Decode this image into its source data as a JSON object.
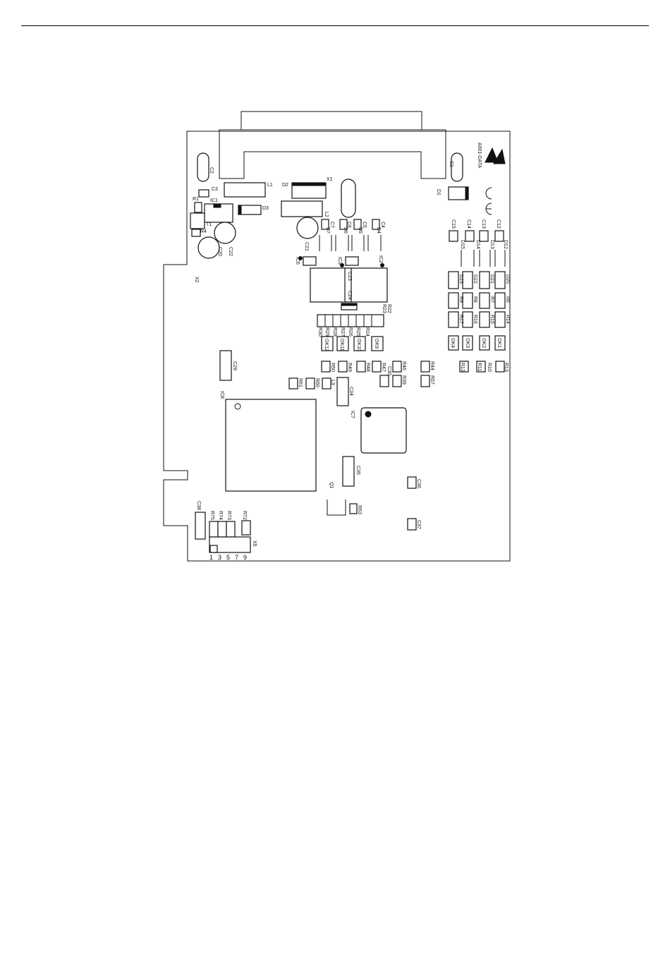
{
  "board": {
    "name": "A001-DATA",
    "marks": [
      "CE"
    ],
    "components": [
      {
        "ref": "C2",
        "kind": "oval"
      },
      {
        "ref": "C1",
        "kind": "oval"
      },
      {
        "ref": "X1",
        "kind": "crystal"
      },
      {
        "ref": "D2",
        "kind": "diode"
      },
      {
        "ref": "L1",
        "kind": "inductor"
      },
      {
        "ref": "L2",
        "kind": "inductor"
      },
      {
        "ref": "C3",
        "kind": "smd"
      },
      {
        "ref": "R1",
        "kind": "smd"
      },
      {
        "ref": "IC1",
        "kind": "ic"
      },
      {
        "ref": "D3",
        "kind": "diode"
      },
      {
        "ref": "C21",
        "kind": "electrolytic"
      },
      {
        "ref": "C22",
        "kind": "electrolytic"
      },
      {
        "ref": "C20",
        "kind": "electrolytic"
      },
      {
        "ref": "R4",
        "kind": "smd"
      },
      {
        "ref": "T1",
        "kind": "transistor"
      },
      {
        "ref": "D1",
        "kind": "diode"
      },
      {
        "ref": "C7",
        "kind": "smd"
      },
      {
        "ref": "C6",
        "kind": "smd"
      },
      {
        "ref": "C5",
        "kind": "smd"
      },
      {
        "ref": "C4",
        "kind": "smd"
      },
      {
        "ref": "D7",
        "kind": "smd"
      },
      {
        "ref": "D6",
        "kind": "smd"
      },
      {
        "ref": "D5",
        "kind": "smd"
      },
      {
        "ref": "D4",
        "kind": "smd"
      },
      {
        "ref": "IC6",
        "kind": "ic"
      },
      {
        "ref": "IC3",
        "kind": "ic"
      },
      {
        "ref": "IC2",
        "kind": "ic"
      },
      {
        "ref": "C23",
        "kind": "smd"
      },
      {
        "ref": "C24",
        "kind": "smd"
      },
      {
        "ref": "R22",
        "kind": "smd"
      },
      {
        "ref": "R23",
        "kind": "smd"
      },
      {
        "ref": "R30",
        "kind": "smd"
      },
      {
        "ref": "R29",
        "kind": "smd"
      },
      {
        "ref": "R28",
        "kind": "smd"
      },
      {
        "ref": "R27",
        "kind": "smd"
      },
      {
        "ref": "R26",
        "kind": "smd"
      },
      {
        "ref": "R25",
        "kind": "smd"
      },
      {
        "ref": "R24",
        "kind": "smd"
      },
      {
        "ref": "OK12",
        "kind": "optocoupler"
      },
      {
        "ref": "OK11",
        "kind": "optocoupler"
      },
      {
        "ref": "OK10",
        "kind": "optocoupler"
      },
      {
        "ref": "OK9",
        "kind": "optocoupler"
      },
      {
        "ref": "C15",
        "kind": "smd"
      },
      {
        "ref": "C14",
        "kind": "smd"
      },
      {
        "ref": "C13",
        "kind": "smd"
      },
      {
        "ref": "C12",
        "kind": "smd"
      },
      {
        "ref": "D15",
        "kind": "diode"
      },
      {
        "ref": "D14",
        "kind": "diode"
      },
      {
        "ref": "D13",
        "kind": "diode"
      },
      {
        "ref": "D12",
        "kind": "diode"
      },
      {
        "ref": "D23",
        "kind": "smd"
      },
      {
        "ref": "D22",
        "kind": "smd"
      },
      {
        "ref": "D21",
        "kind": "smd"
      },
      {
        "ref": "D20",
        "kind": "smd"
      },
      {
        "ref": "R9",
        "kind": "smd"
      },
      {
        "ref": "R8",
        "kind": "smd"
      },
      {
        "ref": "R7",
        "kind": "smd"
      },
      {
        "ref": "R6",
        "kind": "smd"
      },
      {
        "ref": "R17",
        "kind": "smd"
      },
      {
        "ref": "R16",
        "kind": "smd"
      },
      {
        "ref": "R15",
        "kind": "smd"
      },
      {
        "ref": "R14",
        "kind": "smd"
      },
      {
        "ref": "OK4",
        "kind": "optocoupler"
      },
      {
        "ref": "OK3",
        "kind": "optocoupler"
      },
      {
        "ref": "OK2",
        "kind": "optocoupler"
      },
      {
        "ref": "OK1",
        "kind": "optocoupler"
      },
      {
        "ref": "X2",
        "kind": "label"
      },
      {
        "ref": "C29",
        "kind": "smd"
      },
      {
        "ref": "IC8",
        "kind": "ic"
      },
      {
        "ref": "R50",
        "kind": "smd"
      },
      {
        "ref": "R49",
        "kind": "smd"
      },
      {
        "ref": "R48",
        "kind": "smd"
      },
      {
        "ref": "R47",
        "kind": "smd"
      },
      {
        "ref": "C30",
        "kind": "smd"
      },
      {
        "ref": "R46",
        "kind": "smd"
      },
      {
        "ref": "R39",
        "kind": "smd"
      },
      {
        "ref": "R44",
        "kind": "smd"
      },
      {
        "ref": "R57",
        "kind": "smd"
      },
      {
        "ref": "R12",
        "kind": "smd"
      },
      {
        "ref": "R11",
        "kind": "smd"
      },
      {
        "ref": "R10",
        "kind": "smd"
      },
      {
        "ref": "R13",
        "kind": "smd"
      },
      {
        "ref": "R61",
        "kind": "smd"
      },
      {
        "ref": "R60",
        "kind": "smd"
      },
      {
        "ref": "L3",
        "kind": "smd"
      },
      {
        "ref": "C34",
        "kind": "smd"
      },
      {
        "ref": "IC7",
        "kind": "ic"
      },
      {
        "ref": "C35",
        "kind": "smd"
      },
      {
        "ref": "Q1",
        "kind": "transistor"
      },
      {
        "ref": "R63",
        "kind": "smd"
      },
      {
        "ref": "C36",
        "kind": "smd"
      },
      {
        "ref": "C37",
        "kind": "smd"
      },
      {
        "ref": "C38",
        "kind": "smd"
      },
      {
        "ref": "R75",
        "kind": "smd"
      },
      {
        "ref": "R74",
        "kind": "smd"
      },
      {
        "ref": "R73",
        "kind": "smd"
      },
      {
        "ref": "R72",
        "kind": "smd"
      },
      {
        "ref": "X5",
        "kind": "header"
      }
    ],
    "header_pins": [
      "1",
      "3",
      "5",
      "7",
      "9"
    ]
  }
}
